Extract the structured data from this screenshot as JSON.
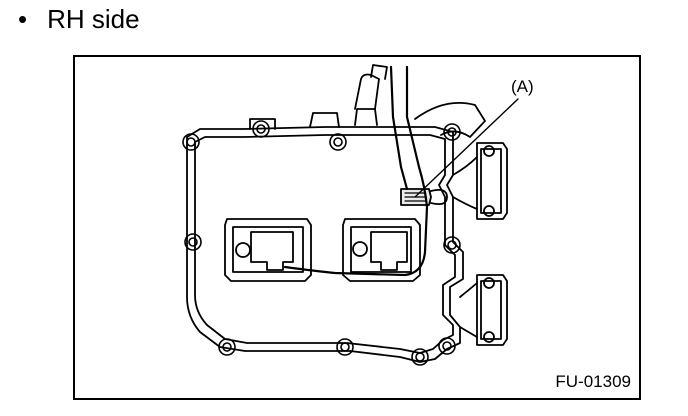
{
  "heading": {
    "bullet": "•",
    "text": "RH side"
  },
  "figure": {
    "callout_label": "(A)",
    "figure_id": "FU-01309"
  },
  "icons": {
    "bullet": "bullet-dot-icon"
  }
}
